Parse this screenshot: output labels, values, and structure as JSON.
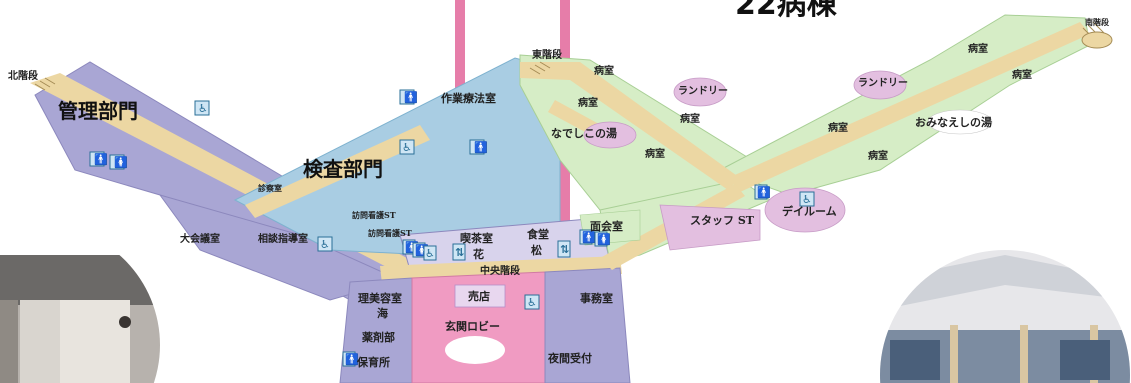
{
  "title": "22病棟",
  "colors": {
    "admin": "#a9a6d4",
    "exam": "#a9cde3",
    "ward": "#d6edc6",
    "corridor": "#ecd7a3",
    "lobby": "#f09bc2",
    "room_pink": "#e3bfe0",
    "vertical_band": "#e2669a"
  },
  "areas": {
    "admin": "管理部門",
    "exam": "検査部門"
  },
  "stairs": {
    "north": "北階段",
    "east": "東階段",
    "south": "南階段",
    "central": "中央階段"
  },
  "rooms": {
    "occupational_therapy": "作業療法室",
    "exam_room": "診察室",
    "large_conference": "大会議室",
    "consultation": "相談指導室",
    "visiting_nurse_st_1": "訪問看護ST",
    "visiting_nurse_st_2": "訪問看護ST",
    "cafe_label": "喫茶室",
    "cafe_name": "花",
    "dining_label": "食堂",
    "dining_name": "松",
    "shop": "売店",
    "barber_label": "理美容室",
    "barber_name": "海",
    "pharmacy": "薬剤部",
    "nursery": "保育所",
    "entrance_lobby": "玄関ロビー",
    "office": "事務室",
    "night_reception": "夜間受付",
    "visiting_room": "面会室",
    "staff_station": "スタッフ ST",
    "day_room": "デイルーム",
    "nadeshiko_bath": "なでしこの湯",
    "ominaeshi_bath": "おみなえしの湯",
    "laundry_1": "ランドリー",
    "laundry_2": "ランドリー",
    "ward_room_1": "病室",
    "ward_room_2": "病室",
    "ward_room_3": "病室",
    "ward_room_4": "病室",
    "ward_room_5": "病室",
    "ward_room_6": "病室",
    "ward_room_7": "病室",
    "ward_room_8": "病室"
  },
  "icons": {
    "toilet": "toilet-icon",
    "accessible_toilet": "accessible-toilet-icon",
    "elevator": "elevator-icon",
    "wheelchair": "wheelchair-icon",
    "photo_left": "interior-photo-left",
    "photo_right": "interior-photo-right"
  }
}
